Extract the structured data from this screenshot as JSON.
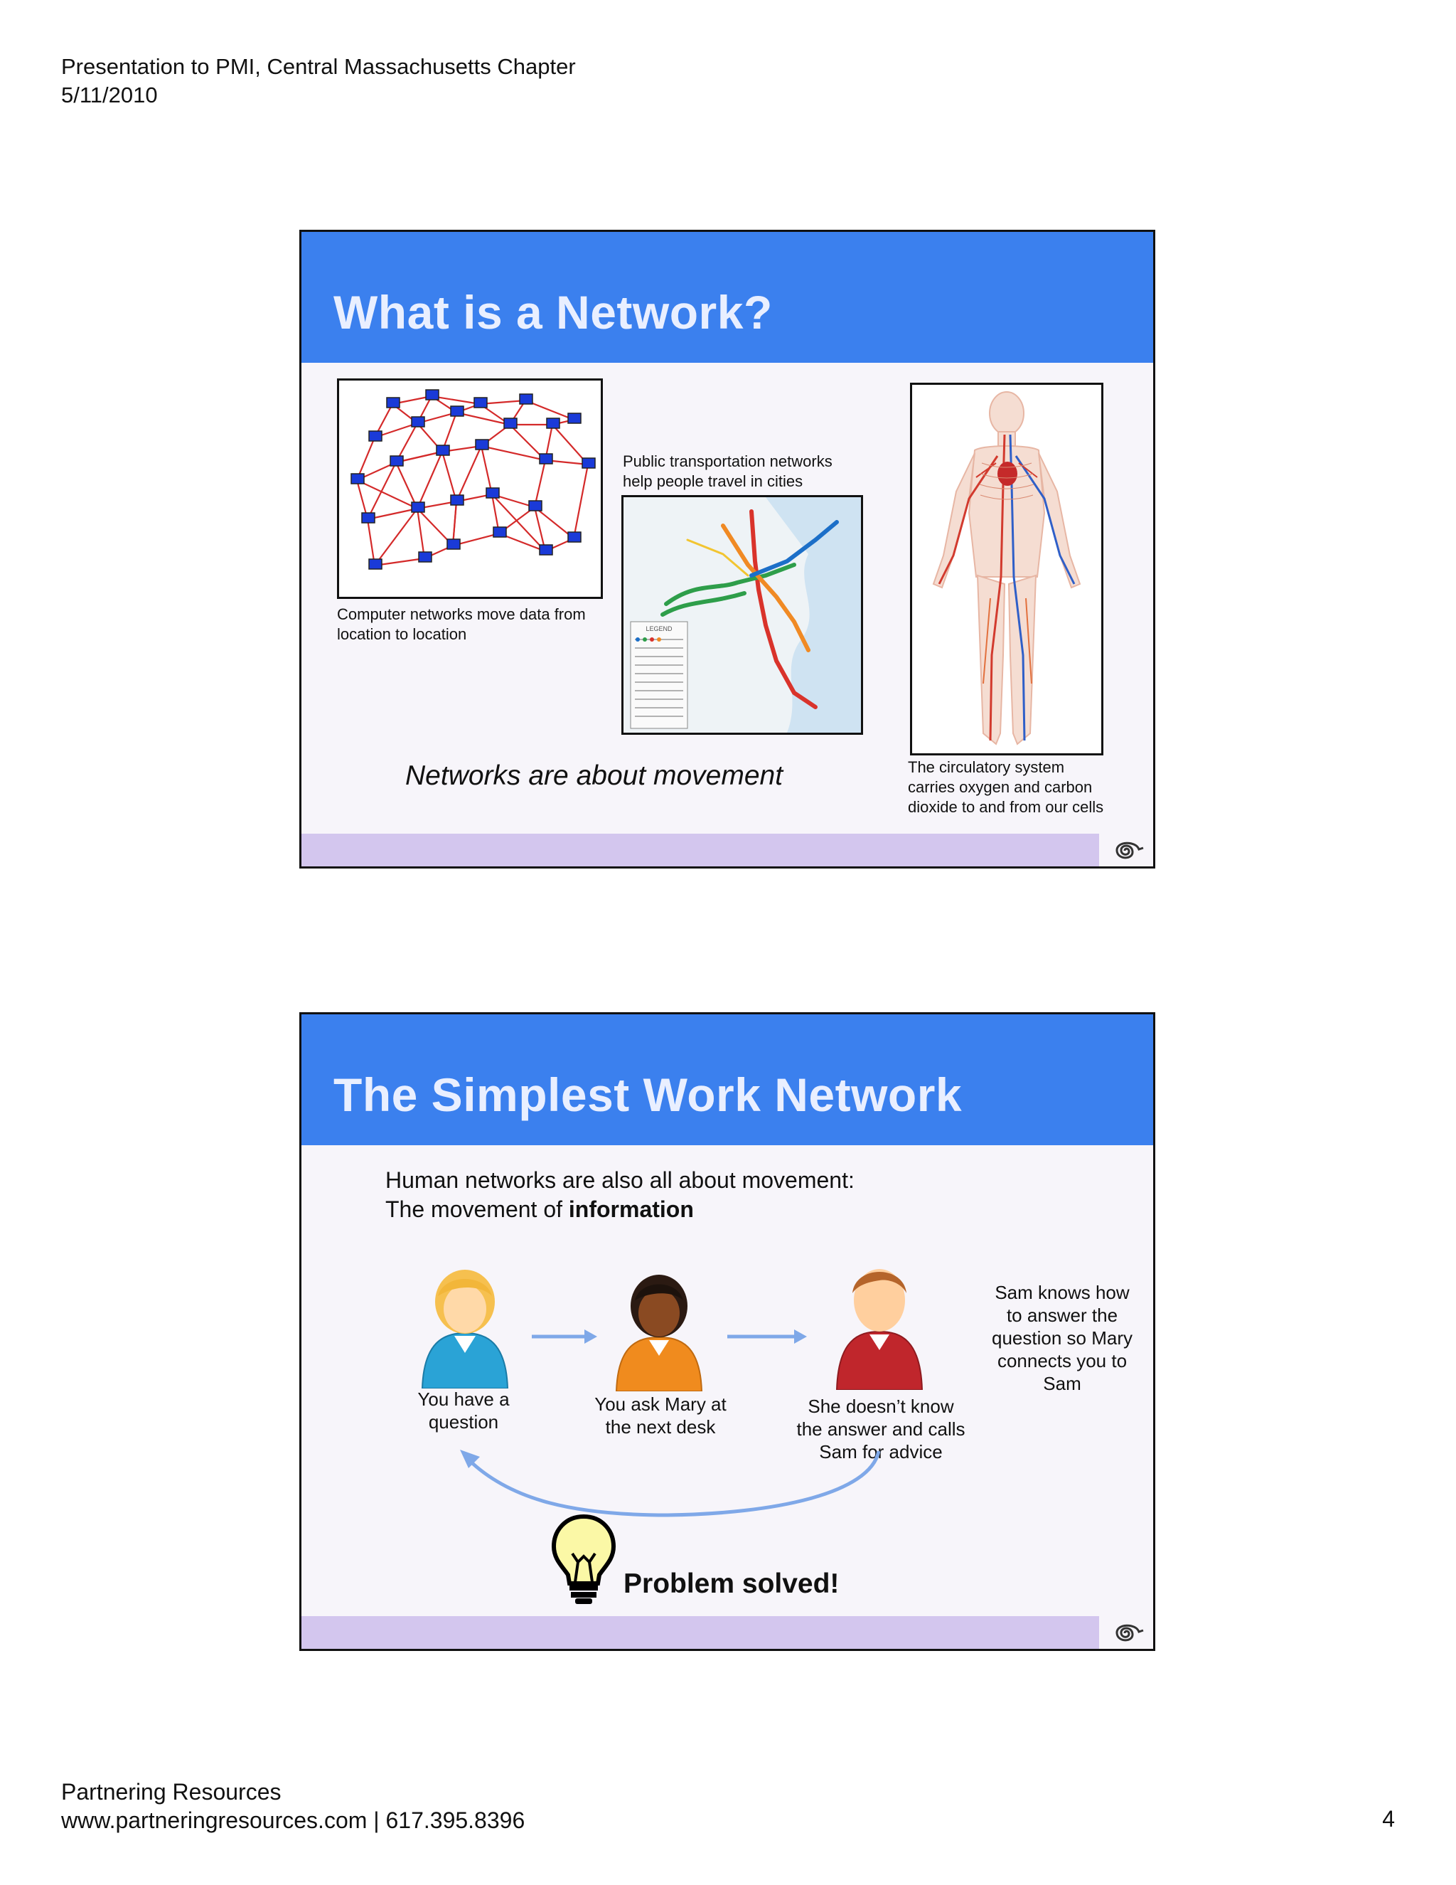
{
  "header": {
    "line1": "Presentation to PMI, Central Massachusetts Chapter",
    "line2": "5/11/2010"
  },
  "slide1": {
    "title": "What is a Network?",
    "computer_caption_1": "Computer networks move data from",
    "computer_caption_2": "location to location",
    "transit_caption_1": "Public transportation networks",
    "transit_caption_2": "help people travel in cities",
    "transit_legend_title": "LEGEND",
    "circulatory_caption_1": "The circulatory system",
    "circulatory_caption_2": "carries oxygen and carbon",
    "circulatory_caption_3": "dioxide to and from our cells",
    "tagline": "Networks are about movement"
  },
  "slide2": {
    "title": "The Simplest Work Network",
    "intro_line1": "Human networks are also all about movement:",
    "intro_line2_prefix": "The movement of ",
    "intro_line2_bold": "information",
    "you_caption_1": "You have a",
    "you_caption_2": "question",
    "mary_caption_1": "You ask Mary at",
    "mary_caption_2": "the next desk",
    "she_caption_1": "She doesn’t know",
    "she_caption_2": "the answer and calls",
    "she_caption_3": "Sam for advice",
    "sam_caption_1": "Sam knows how",
    "sam_caption_2": "to answer the",
    "sam_caption_3": "question so Mary",
    "sam_caption_4": "connects you to",
    "sam_caption_5": "Sam",
    "solved": "Problem solved!"
  },
  "footer": {
    "company": "Partnering Resources",
    "contact": "www.partneringresources.com | 617.395.8396",
    "page_number": "4"
  },
  "colors": {
    "title_bar": "#3b80ee",
    "title_text": "#e9efff",
    "footer_bar": "#d3c6ee",
    "arrow": "#7fa8e8"
  }
}
